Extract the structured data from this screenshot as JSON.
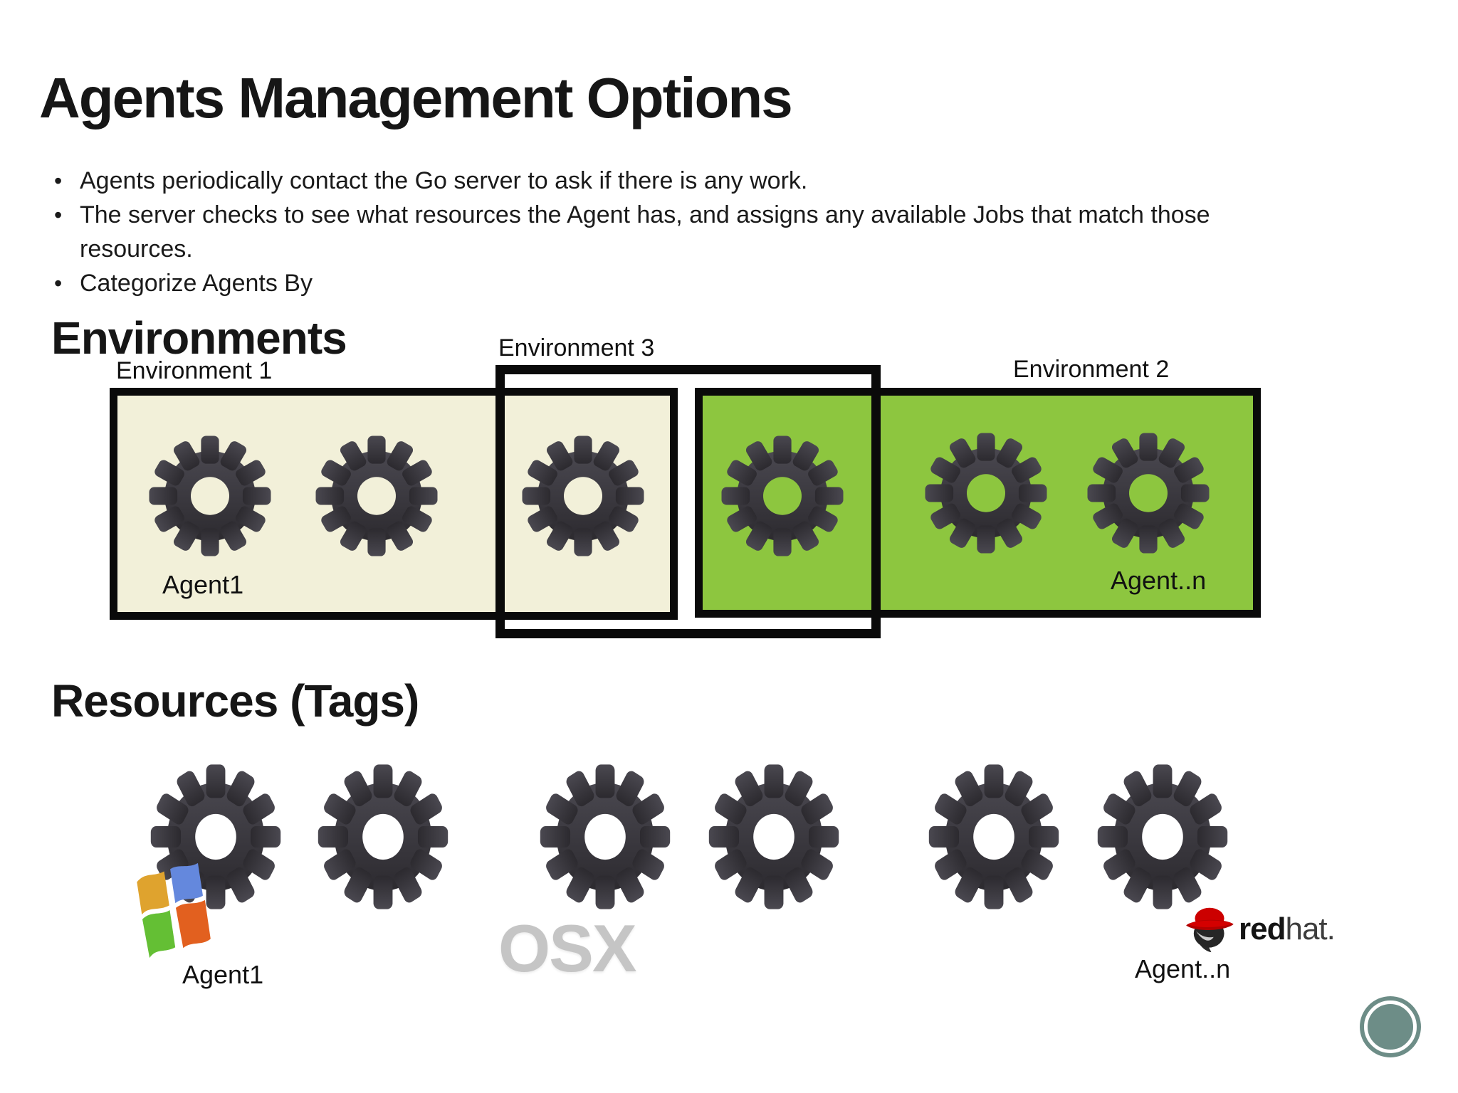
{
  "title": "Agents Management Options",
  "bullets": {
    "b1": "Agents periodically contact the Go server to ask if there is any work.",
    "b2": "The server checks to see what resources the Agent has, and assigns any available Jobs that match those resources.",
    "b3": "Categorize Agents By"
  },
  "environments": {
    "heading": "Environments",
    "env1_label": "Environment 1",
    "env2_label": "Environment 2",
    "env3_label": "Environment 3",
    "env1_agent_label": "Agent1",
    "env2_agent_label": "Agent..n"
  },
  "resources": {
    "heading": "Resources (Tags)",
    "osx_wordmark": "OSX",
    "redhat_wordmark_bold": "red",
    "redhat_wordmark_light": "hat.",
    "windows_agent_label": "Agent1",
    "redhat_agent_label": "Agent..n"
  },
  "colors": {
    "env1_fill": "#f2f0d9",
    "env2_fill": "#8dc63f",
    "box_border": "#0a0a0a",
    "gear_dark": "#3a383e",
    "osx_gray": "#c5c5c5",
    "redhat_red": "#cc0000",
    "badge_teal": "#6d8d87"
  }
}
